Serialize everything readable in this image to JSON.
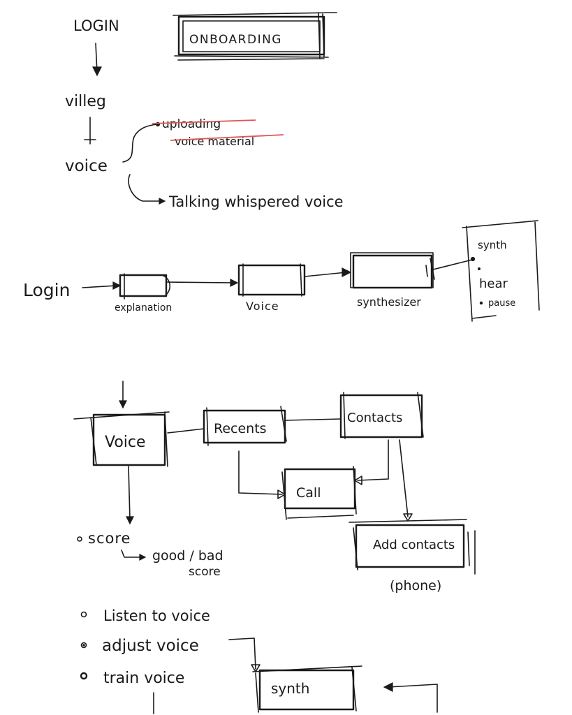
{
  "section1": {
    "login": "LOGIN",
    "onboarding": "ONBOARDING",
    "step2": "villeg",
    "step3": "voice",
    "struck_1": "uploading",
    "struck_2": "voice material",
    "branch": "Talking whispered voice"
  },
  "section2": {
    "login": "Login",
    "box1": "explanation",
    "box2": "Voice",
    "box3": "synthesizer",
    "panel_title": "synth",
    "panel_item1": "hear",
    "panel_item2": "pause"
  },
  "section3": {
    "voice": "Voice",
    "recents": "Recents",
    "contacts": "Contacts",
    "call": "Call",
    "add_contacts": "Add contacts",
    "phone": "(phone)",
    "score": "score",
    "good_bad": "good / bad",
    "score2": "score",
    "list1": "Listen to voice",
    "list2": "adjust voice",
    "list3": "train voice",
    "synth": "synth"
  },
  "colors": {
    "ink": "#1a1a1a",
    "strike": "#e05555"
  }
}
